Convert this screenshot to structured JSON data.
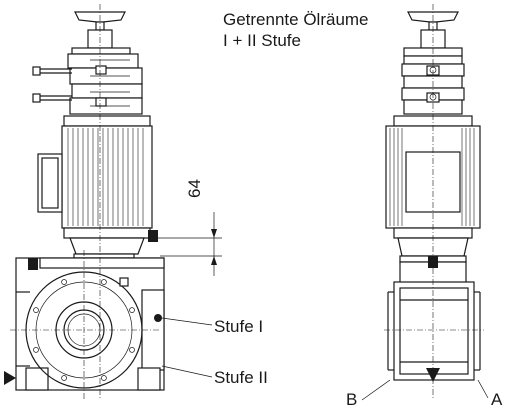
{
  "labels": {
    "title_line1": "Getrennte Ölräume",
    "title_line2": "I + II Stufe",
    "dimension": "64",
    "stage1": "Stufe I",
    "stage2": "Stufe II",
    "mark_b": "B",
    "mark_a": "A"
  }
}
